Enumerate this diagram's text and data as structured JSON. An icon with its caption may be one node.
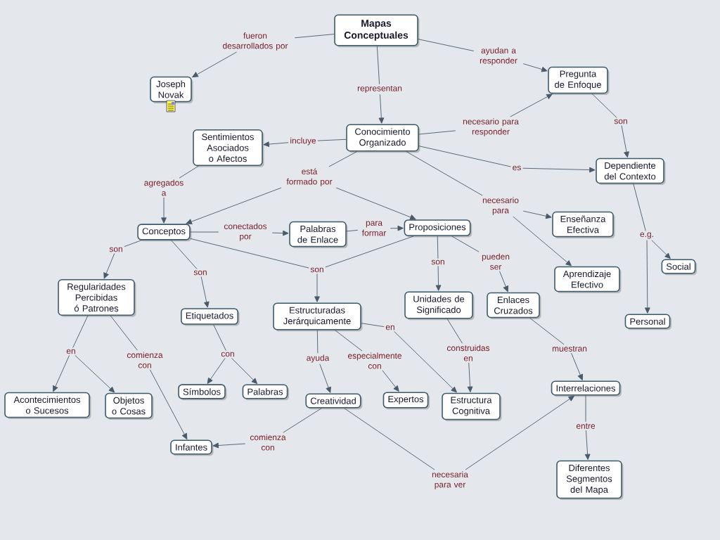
{
  "diagram": {
    "nodes": [
      {
        "text": [
          "Mapas Conceptuales"
        ]
      },
      {
        "text": [
          "Joseph Novak"
        ]
      },
      {
        "text": [
          "Pregunta de Enfoque"
        ]
      },
      {
        "text": [
          "Conocimiento Organizado"
        ]
      },
      {
        "text": [
          "Sentimientos Asociados o Afectos"
        ]
      },
      {
        "text": [
          "Dependiente del Contexto"
        ]
      },
      {
        "text": [
          "Conceptos"
        ]
      },
      {
        "text": [
          "Palabras de Enlace"
        ]
      },
      {
        "text": [
          "Proposiciones"
        ]
      },
      {
        "text": [
          "Enseñanza Efectiva"
        ]
      },
      {
        "text": [
          "Aprendizaje Efectivo"
        ]
      },
      {
        "text": [
          "Social"
        ]
      },
      {
        "text": [
          "Regularidades Percibidas ó Patrones"
        ]
      },
      {
        "text": [
          "Etiquetados"
        ]
      },
      {
        "text": [
          "Estructuradas Jerárquicamente"
        ]
      },
      {
        "text": [
          "Unidades de Significado"
        ]
      },
      {
        "text": [
          "Enlaces Cruzados"
        ]
      },
      {
        "text": [
          "Personal"
        ]
      },
      {
        "text": [
          "Acontecimientos o Sucesos"
        ]
      },
      {
        "text": [
          "Objetos o Cosas"
        ]
      },
      {
        "text": [
          "Símbolos"
        ]
      },
      {
        "text": [
          "Palabras"
        ]
      },
      {
        "text": [
          "Creatividad"
        ]
      },
      {
        "text": [
          "Expertos"
        ]
      },
      {
        "text": [
          "Estructura Cognitiva"
        ]
      },
      {
        "text": [
          "Interrelaciones"
        ]
      },
      {
        "text": [
          "Infantes"
        ]
      },
      {
        "text": [
          "Diferentes Segmentos del Mapa"
        ]
      },
      {
        "text": [
          "fueron desarrollados por"
        ]
      },
      {
        "text": [
          "ayudan a responder"
        ]
      },
      {
        "text": [
          "representan"
        ]
      },
      {
        "text": [
          "necesario para responder"
        ]
      },
      {
        "text": [
          "incluye"
        ]
      },
      {
        "text": [
          "es"
        ]
      },
      {
        "text": [
          "está formado por"
        ]
      },
      {
        "text": [
          "agregados a"
        ]
      },
      {
        "text": [
          "conectados por"
        ]
      },
      {
        "text": [
          "para formar"
        ]
      },
      {
        "text": [
          "necesario para"
        ]
      },
      {
        "text": [
          "son"
        ]
      },
      {
        "text": [
          "e.g."
        ]
      },
      {
        "text": [
          "son"
        ]
      },
      {
        "text": [
          "son"
        ]
      },
      {
        "text": [
          "son"
        ]
      },
      {
        "text": [
          "son"
        ]
      },
      {
        "text": [
          "pueden ser"
        ]
      },
      {
        "text": [
          "en"
        ]
      },
      {
        "text": [
          "comienza con"
        ]
      },
      {
        "text": [
          "con"
        ]
      },
      {
        "text": [
          "ayuda"
        ]
      },
      {
        "text": [
          "especialmente con"
        ]
      },
      {
        "text": [
          "en"
        ]
      },
      {
        "text": [
          "construidas en"
        ]
      },
      {
        "text": [
          "muestran"
        ]
      },
      {
        "text": [
          "comienza con"
        ]
      },
      {
        "text": [
          "necesaria para ver"
        ]
      },
      {
        "text": [
          "entre"
        ]
      }
    ],
    "edges": [
      {
        "from": 0,
        "to": 28,
        "arrow": "none"
      },
      {
        "from": 28,
        "to": 1,
        "arrow": "to"
      },
      {
        "from": 0,
        "to": 29,
        "arrow": "none"
      },
      {
        "from": 29,
        "to": 2,
        "arrow": "to"
      },
      {
        "from": 0,
        "to": 30,
        "arrow": "none"
      },
      {
        "from": 30,
        "to": 3,
        "arrow": "to"
      },
      {
        "from": 3,
        "to": 31,
        "arrow": "none"
      },
      {
        "from": 31,
        "to": 2,
        "arrow": "to"
      },
      {
        "from": 3,
        "to": 32,
        "arrow": "none"
      },
      {
        "from": 32,
        "to": 4,
        "arrow": "to"
      },
      {
        "from": 3,
        "to": 33,
        "arrow": "none"
      },
      {
        "from": 33,
        "to": 5,
        "arrow": "to"
      },
      {
        "from": 3,
        "to": 34,
        "arrow": "none"
      },
      {
        "from": 34,
        "to": 6,
        "arrow": "to"
      },
      {
        "from": 34,
        "to": 8,
        "arrow": "to"
      },
      {
        "from": 4,
        "to": 35,
        "arrow": "none"
      },
      {
        "from": 35,
        "to": 6,
        "arrow": "to"
      },
      {
        "from": 6,
        "to": 36,
        "arrow": "none"
      },
      {
        "from": 36,
        "to": 7,
        "arrow": "to"
      },
      {
        "from": 7,
        "to": 37,
        "arrow": "none"
      },
      {
        "from": 37,
        "to": 8,
        "arrow": "to"
      },
      {
        "from": 3,
        "to": 38,
        "arrow": "none"
      },
      {
        "from": 38,
        "to": 9,
        "arrow": "to"
      },
      {
        "from": 38,
        "to": 10,
        "arrow": "to"
      },
      {
        "from": 2,
        "to": 39,
        "arrow": "none"
      },
      {
        "from": 39,
        "to": 5,
        "arrow": "to"
      },
      {
        "from": 5,
        "to": 40,
        "arrow": "none"
      },
      {
        "from": 40,
        "to": 11,
        "arrow": "to"
      },
      {
        "from": 40,
        "to": 17,
        "arrow": "to"
      },
      {
        "from": 6,
        "to": 41,
        "arrow": "none"
      },
      {
        "from": 41,
        "to": 12,
        "arrow": "to"
      },
      {
        "from": 6,
        "to": 42,
        "arrow": "none"
      },
      {
        "from": 42,
        "to": 13,
        "arrow": "to"
      },
      {
        "from": 6,
        "to": 43,
        "arrow": "none"
      },
      {
        "from": 8,
        "to": 43,
        "arrow": "none"
      },
      {
        "from": 43,
        "to": 14,
        "arrow": "to"
      },
      {
        "from": 8,
        "to": 44,
        "arrow": "none"
      },
      {
        "from": 44,
        "to": 15,
        "arrow": "to"
      },
      {
        "from": 8,
        "to": 45,
        "arrow": "none"
      },
      {
        "from": 45,
        "to": 16,
        "arrow": "to"
      },
      {
        "from": 12,
        "to": 46,
        "arrow": "none"
      },
      {
        "from": 46,
        "to": 18,
        "arrow": "to"
      },
      {
        "from": 46,
        "to": 19,
        "arrow": "to"
      },
      {
        "from": 12,
        "to": 47,
        "arrow": "none"
      },
      {
        "from": 47,
        "to": 26,
        "arrow": "to"
      },
      {
        "from": 13,
        "to": 48,
        "arrow": "none"
      },
      {
        "from": 48,
        "to": 20,
        "arrow": "to"
      },
      {
        "from": 48,
        "to": 21,
        "arrow": "to"
      },
      {
        "from": 14,
        "to": 49,
        "arrow": "none"
      },
      {
        "from": 49,
        "to": 22,
        "arrow": "to"
      },
      {
        "from": 14,
        "to": 50,
        "arrow": "none"
      },
      {
        "from": 50,
        "to": 23,
        "arrow": "to"
      },
      {
        "from": 14,
        "to": 51,
        "arrow": "none"
      },
      {
        "from": 51,
        "to": 24,
        "arrow": "to"
      },
      {
        "from": 15,
        "to": 52,
        "arrow": "none"
      },
      {
        "from": 52,
        "to": 24,
        "arrow": "to"
      },
      {
        "from": 16,
        "to": 53,
        "arrow": "none"
      },
      {
        "from": 53,
        "to": 25,
        "arrow": "to"
      },
      {
        "from": 22,
        "to": 54,
        "arrow": "none"
      },
      {
        "from": 54,
        "to": 26,
        "arrow": "to"
      },
      {
        "from": 22,
        "to": 55,
        "arrow": "none"
      },
      {
        "from": 55,
        "to": 25,
        "arrow": "to"
      },
      {
        "from": 25,
        "to": 56,
        "arrow": "none"
      },
      {
        "from": 56,
        "to": 27,
        "arrow": "to"
      }
    ]
  }
}
